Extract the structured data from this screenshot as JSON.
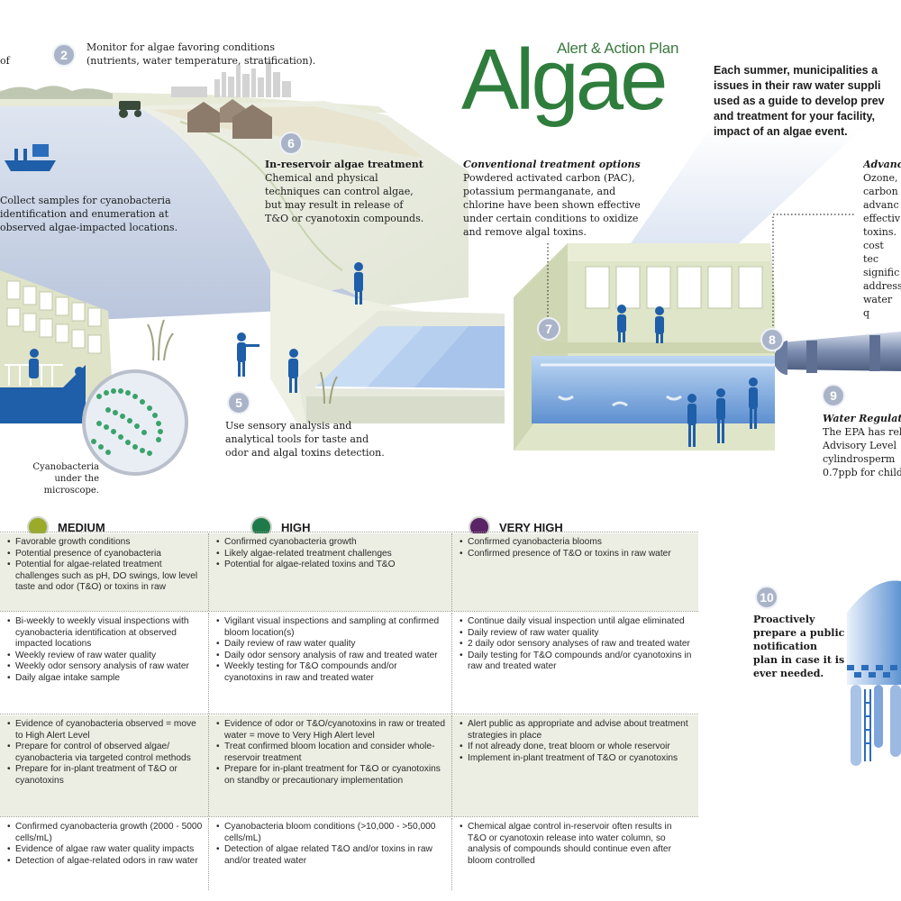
{
  "title": {
    "small": "Alert & Action Plan",
    "big": "Algae"
  },
  "intro_lines": [
    "Each summer, municipalities a",
    "issues in their raw water suppli",
    "used as a guide to develop prev",
    "and treatment for your facility,",
    "impact of an algae event."
  ],
  "steps": {
    "s1_fragment": "of",
    "s2": {
      "num": "2",
      "lines": [
        "Monitor for algae favoring conditions",
        "(nutrients, water temperature, stratification)."
      ]
    },
    "s3": {
      "lines": [
        "Collect samples for cyanobacteria",
        "identification and enumeration at",
        "observed algae-impacted locations."
      ]
    },
    "s5": {
      "num": "5",
      "lines": [
        "Use sensory analysis and",
        "analytical tools for taste and",
        "odor and algal toxins detection."
      ]
    },
    "s6": {
      "num": "6",
      "title": "In-reservoir algae treatment",
      "lines": [
        "Chemical and physical",
        "techniques can control algae,",
        "but may result in release of",
        "T&O or cyanotoxin compounds."
      ]
    },
    "s7": {
      "num": "7",
      "title": "Conventional treatment options",
      "lines": [
        "Powdered activated carbon (PAC),",
        "potassium permanganate, and",
        "chlorine have been shown effective",
        "under certain conditions to oxidize",
        "and remove algal toxins."
      ]
    },
    "s8": {
      "num": "8",
      "title": "Advanc",
      "lines": [
        "Ozone,",
        "carbon",
        "advanc",
        "effectiv",
        "toxins.",
        "cost tec",
        "signific",
        "address",
        "water q"
      ]
    },
    "s9": {
      "num": "9",
      "title": "Water Regulat",
      "lines": [
        "The EPA has rel",
        "Advisory Level",
        "cylindrosperm",
        "0.7ppb for child"
      ]
    },
    "s10": {
      "num": "10",
      "lines": [
        "Proactively",
        "prepare a public",
        "notification",
        "plan in case it is",
        "ever needed."
      ]
    },
    "microscope_caption": [
      "Cyanobacteria",
      "under the microscope."
    ]
  },
  "levels": [
    {
      "name": "MEDIUM",
      "color": "#9aab2a"
    },
    {
      "name": "HIGH",
      "color": "#1f7a4a"
    },
    {
      "name": "VERY HIGH",
      "color": "#5a2466"
    }
  ],
  "rows": [
    {
      "cells": [
        [
          "Favorable growth conditions",
          "Potential presence of cyanobacteria",
          "Potential for algae-related treatment challenges such as pH, DO swings, low level taste and odor (T&O) or toxins in raw"
        ],
        [
          "Confirmed cyanobacteria growth",
          "Likely algae-related treatment challenges",
          "Potential for algae-related toxins and T&O"
        ],
        [
          "Confirmed cyanobacteria blooms",
          "Confirmed presence of T&O or toxins in raw water"
        ]
      ]
    },
    {
      "cells": [
        [
          "Bi-weekly to weekly visual inspections with cyanobacteria identification at observed impacted locations",
          "Weekly review of raw water quality",
          "Weekly odor sensory analysis of raw water",
          "Daily algae intake sample"
        ],
        [
          "Vigilant visual inspections and sampling at confirmed bloom location(s)",
          "Daily review of raw water quality",
          "Daily odor sensory analysis of raw and treated water",
          "Weekly testing for T&O compounds and/or cyanotoxins in raw and treated water"
        ],
        [
          "Continue daily visual inspection until algae eliminated",
          "Daily review of raw water quality",
          "2 daily odor sensory analyses of raw and treated water",
          "Daily testing for T&O compounds and/or cyanotoxins in raw and treated water"
        ]
      ]
    },
    {
      "cells": [
        [
          "Evidence of cyanobacteria observed = move to High Alert Level",
          "Prepare for control of observed algae/ cyanobacteria via targeted control methods",
          "Prepare for in-plant treatment of T&O or cyanotoxins"
        ],
        [
          "Evidence of odor or T&O/cyanotoxins in raw or treated water = move to Very High Alert level",
          "Treat confirmed bloom location and consider whole-reservoir treatment",
          "Prepare for in-plant treatment for T&O or cyanotoxins on standby or precautionary implementation"
        ],
        [
          "Alert public as appropriate and advise about treatment strategies in place",
          "If not already done, treat bloom or whole reservoir",
          "Implement in-plant treatment of T&O or cyanotoxins"
        ]
      ]
    },
    {
      "cells": [
        [
          "Confirmed cyanobacteria growth (2000 - 5000 cells/mL)",
          "Evidence of algae raw water quality impacts",
          "Detection of algae-related odors in raw water"
        ],
        [
          "Cyanobacteria bloom conditions (>10,000 - >50,000 cells/mL)",
          "Detection of algae related T&O and/or toxins in raw and/or treated water"
        ],
        [
          "Chemical algae control in-reservoir often results in T&O or cyanotoxin release into water column, so analysis of compounds should continue even after bloom controlled"
        ]
      ]
    }
  ]
}
